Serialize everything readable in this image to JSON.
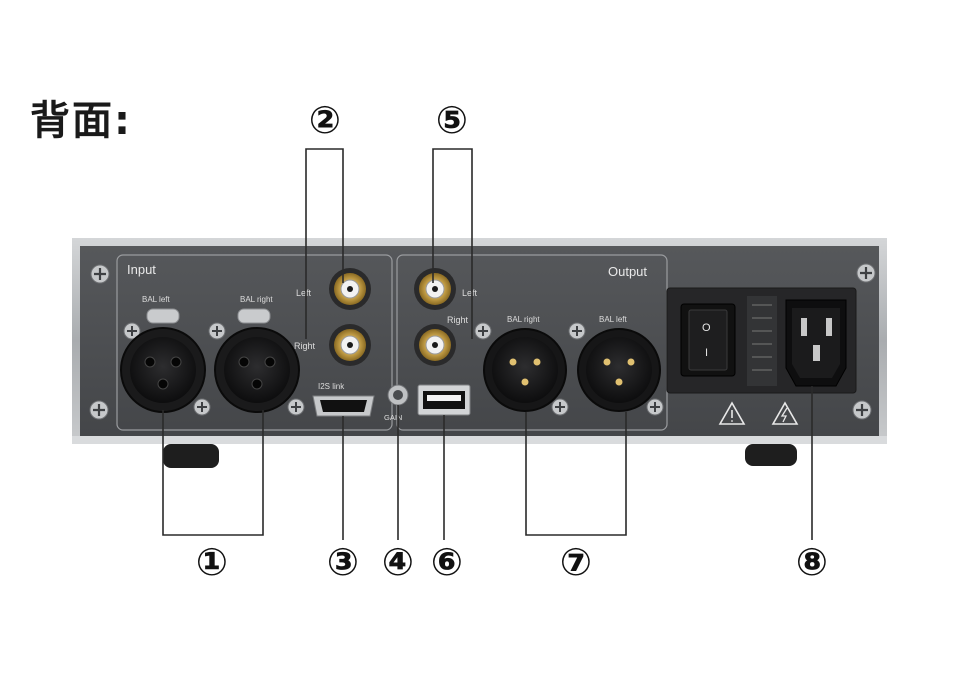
{
  "title": "背面:",
  "callouts": [
    "①",
    "②",
    "③",
    "④",
    "⑤",
    "⑥",
    "⑦",
    "⑧"
  ],
  "panel": {
    "input_label": "Input",
    "output_label": "Output",
    "bal_left": "BAL left",
    "bal_right": "BAL right",
    "left": "Left",
    "right": "Right",
    "i2s_link": "I2S link",
    "gain": "GAIN",
    "switch_on": "O",
    "switch_off": "I"
  },
  "colors": {
    "panel": "#4b4d50",
    "panel_frame": "#b9bcbe",
    "gold": "#c7a24a",
    "leader_lines": "#2a2a2a"
  }
}
